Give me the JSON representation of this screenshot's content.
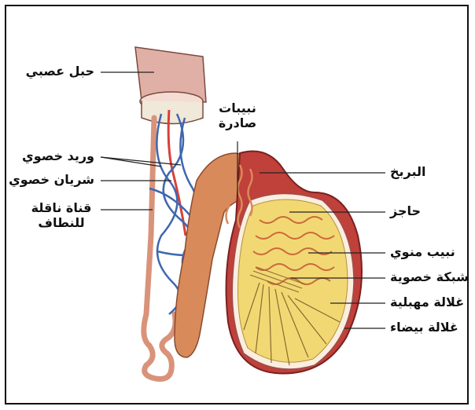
{
  "labels": {
    "spermatic_cord": "حبل عصبي",
    "efferent_ductules_line1": "نبيبات",
    "efferent_ductules_line2": "صادرة",
    "testicular_vein": "وريد خصوي",
    "testicular_artery": "شريان خصوي",
    "vas_deferens_line1": "قناة ناقلة",
    "vas_deferens_line2": "للنطاف",
    "epididymis": "البربخ",
    "septum": "حاجز",
    "seminiferous_tubule": "نبيب منوي",
    "rete_testis": "شبكة خصوية",
    "tunica_vaginalis": "غلالة مهبلية",
    "tunica_albuginea": "غلالة بيضاء"
  },
  "colors": {
    "testis_fill": "#f2d873",
    "capsule": "#b83a3a",
    "tubule": "#d88a5a",
    "vein": "#3f67b0",
    "artery": "#d8403a",
    "cord": "#e0b0a6",
    "leader": "#222222"
  }
}
